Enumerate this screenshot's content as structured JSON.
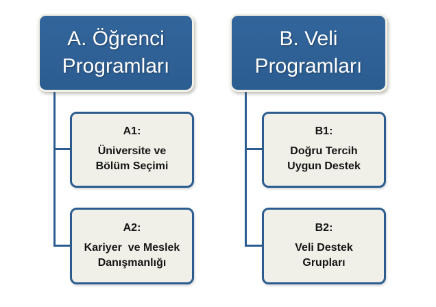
{
  "diagram": {
    "colors": {
      "parent_fill": "#2e6195",
      "parent_outer_border": "#f2f0e7",
      "child_fill": "#f0efe8",
      "child_border": "#2b5c90",
      "connector": "#2b5c90",
      "parent_text": "#ffffff",
      "child_text": "#141414",
      "background": "#ffffff"
    },
    "groups": [
      {
        "id": "A",
        "title": "A. Öğrenci\nProgramları",
        "children": [
          {
            "code": "A1:",
            "label": "Üniversite ve\nBölüm Seçimi"
          },
          {
            "code": "A2:",
            "label": "Kariyer  ve Meslek\nDanışmanlığı"
          }
        ]
      },
      {
        "id": "B",
        "title": "B. Veli\nProgramları",
        "children": [
          {
            "code": "B1:",
            "label": "Doğru Tercih\nUygun Destek"
          },
          {
            "code": "B2:",
            "label": "Veli Destek\nGrupları"
          }
        ]
      }
    ]
  }
}
